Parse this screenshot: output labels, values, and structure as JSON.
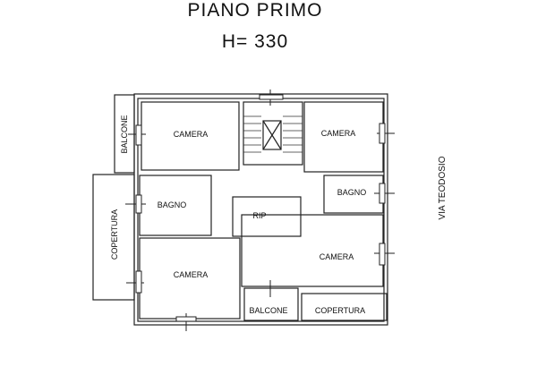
{
  "header": {
    "title": "PIANO  PRIMO",
    "height_label": "H= 330"
  },
  "street": "VIA TEODOSIO",
  "rooms": {
    "camera_tl": "CAMERA",
    "camera_tr": "CAMERA",
    "camera_bl": "CAMERA",
    "camera_br": "CAMERA",
    "bagno_left": "BAGNO",
    "bagno_right": "BAGNO",
    "rip": "RIP",
    "balcone_left": "BALCONE",
    "balcone_bottom": "BALCONE",
    "copertura_left": "COPERTURA",
    "copertura_bottom": "COPERTURA"
  }
}
